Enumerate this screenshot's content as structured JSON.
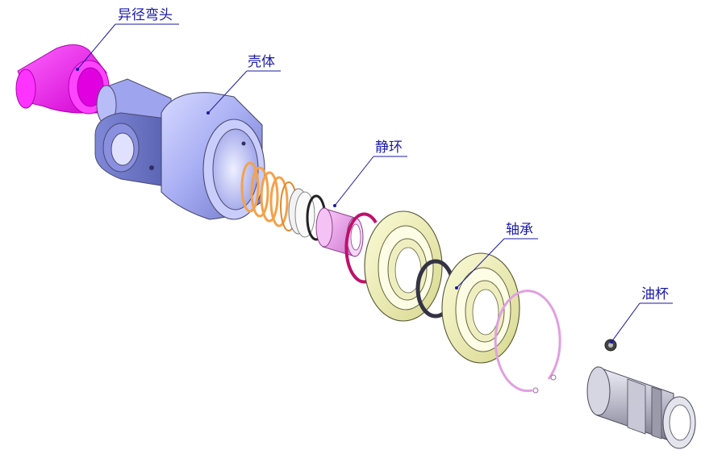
{
  "labels": {
    "elbow": "异径弯头",
    "housing": "壳体",
    "static_ring": "静环",
    "bearing": "轴承",
    "oil_cup": "油杯"
  },
  "colors": {
    "label": "#1a1aa6",
    "elbow": "#ff1aff",
    "housing": "#a9aef5",
    "spring": "#f4a24a",
    "static_ring": "#ee99ee",
    "snap_ring": "#c0106a",
    "bearing": "#f4f4b8",
    "seal": "#333344",
    "circlip": "#f0b0f0",
    "shaft": "#b4b4c4"
  }
}
